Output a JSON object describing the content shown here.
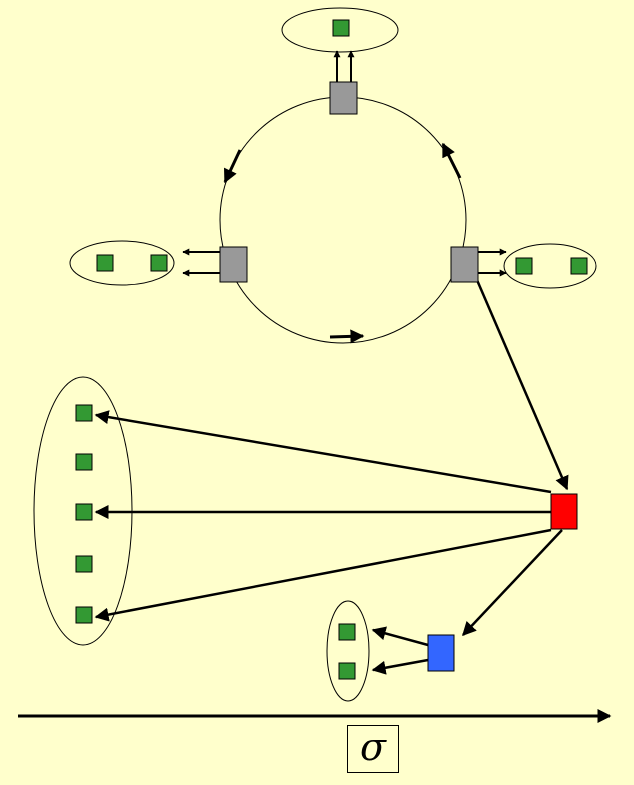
{
  "axis": {
    "symbol": "σ"
  },
  "colors": {
    "background": "#ffffcc",
    "site": "#339933",
    "ring_node": "#999999",
    "hub_red": "#ff0000",
    "hub_blue": "#3366ff",
    "line": "#000000"
  },
  "diagram": {
    "ring_nodes": [
      {
        "id": "top",
        "site_count": 1
      },
      {
        "id": "left",
        "site_count": 2
      },
      {
        "id": "right",
        "site_count": 2
      }
    ],
    "red_hub": {
      "site_count": 5
    },
    "blue_hub": {
      "site_count": 2
    }
  }
}
